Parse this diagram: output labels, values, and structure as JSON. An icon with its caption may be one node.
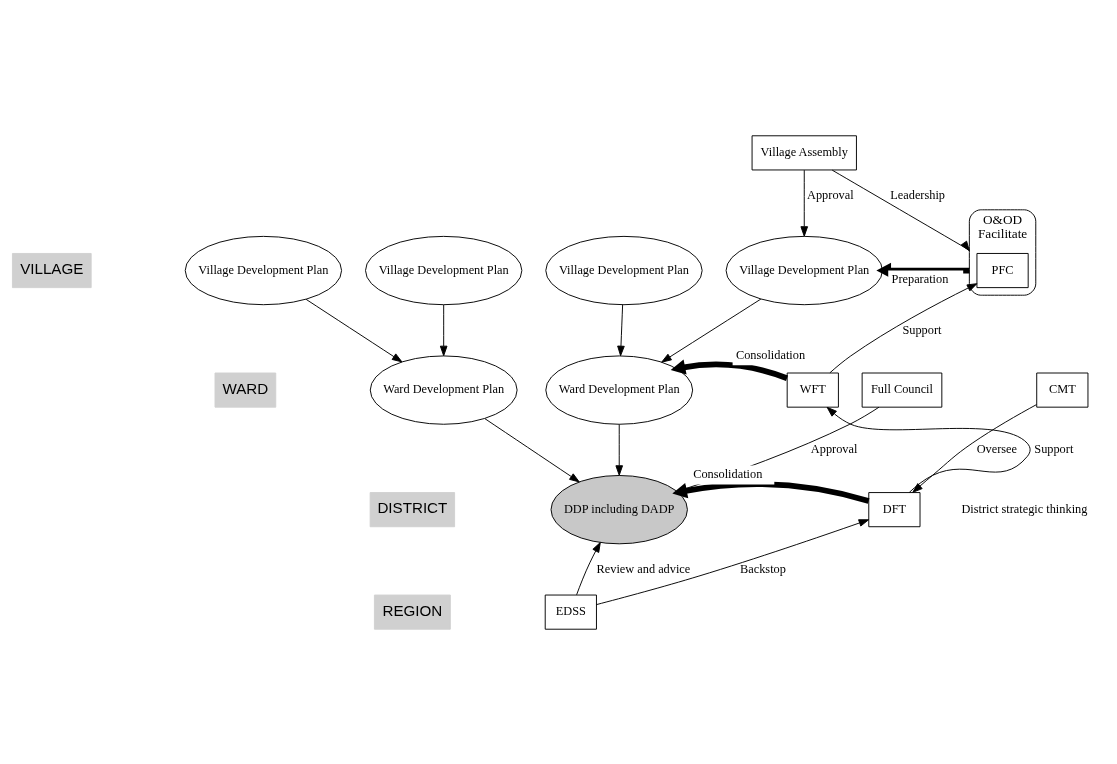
{
  "diagram": {
    "nodes": [
      {
        "text": [
          "Village Assembly"
        ]
      },
      {
        "text": [
          "O&OD",
          "Facilitate"
        ]
      },
      {
        "text": [
          "PFC"
        ],
        "in": 1
      },
      {
        "text": [
          "Village Development Plan"
        ]
      },
      {
        "text": [
          "Village Development Plan"
        ]
      },
      {
        "text": [
          "Village Development Plan"
        ]
      },
      {
        "text": [
          "Village Development Plan"
        ]
      },
      {
        "text": [
          "Ward Development Plan"
        ]
      },
      {
        "text": [
          "Ward Development Plan"
        ]
      },
      {
        "text": [
          "Full Council"
        ]
      },
      {
        "text": [
          "DDP including DADP"
        ]
      },
      {
        "text": [
          "WFT"
        ]
      },
      {
        "text": [
          "CMT"
        ]
      },
      {
        "text": [
          "DFT"
        ]
      },
      {
        "text": [
          "EDSS"
        ]
      }
    ],
    "edges": [
      {
        "from": 0,
        "to": 6,
        "arrow": "to",
        "label": "Approval"
      },
      {
        "from": 0,
        "to": 1,
        "arrow": "to",
        "label": "Leadership"
      },
      {
        "from": 1,
        "to": 6,
        "arrow": "to",
        "style": "thick",
        "label": "Preparation"
      },
      {
        "from": 3,
        "to": 7,
        "arrow": "to"
      },
      {
        "from": 4,
        "to": 7,
        "arrow": "to"
      },
      {
        "from": 5,
        "to": 8,
        "arrow": "to"
      },
      {
        "from": 6,
        "to": 8,
        "arrow": "to"
      },
      {
        "from": 11,
        "to": 8,
        "arrow": "to",
        "style": "thick",
        "label": "Consolidation"
      },
      {
        "from": 7,
        "to": 10,
        "arrow": "to"
      },
      {
        "from": 8,
        "to": 10,
        "arrow": "to"
      },
      {
        "from": 9,
        "to": 10,
        "arrow": "to",
        "label": "Approval"
      },
      {
        "from": 13,
        "to": 10,
        "arrow": "to",
        "style": "thick",
        "label": "Consolidation"
      },
      {
        "from": 14,
        "to": 10,
        "arrow": "to",
        "label": "Review and advice"
      },
      {
        "from": 11,
        "to": 2,
        "arrow": "to",
        "label": "Support"
      },
      {
        "from": 13,
        "to": 11,
        "arrow": "to",
        "label": "Support"
      },
      {
        "from": 12,
        "to": 13,
        "arrow": "to",
        "label": "Oversee"
      },
      {
        "from": 14,
        "to": 13,
        "arrow": "to",
        "label": "Backstop"
      }
    ],
    "labels": [
      "VILLAGE",
      "WARD",
      "DISTRICT",
      "District strategic thinking",
      "REGION"
    ]
  }
}
